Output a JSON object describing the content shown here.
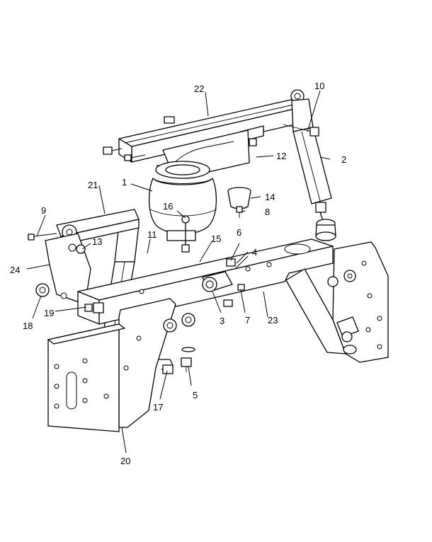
{
  "diagram": {
    "subject": "rear suspension assembly exploded view",
    "callouts": [
      {
        "id": "c1",
        "label": "1"
      },
      {
        "id": "c2",
        "label": "2"
      },
      {
        "id": "c3",
        "label": "3"
      },
      {
        "id": "c4",
        "label": "4"
      },
      {
        "id": "c5",
        "label": "5"
      },
      {
        "id": "c6",
        "label": "6"
      },
      {
        "id": "c7",
        "label": "7"
      },
      {
        "id": "c8",
        "label": "8"
      },
      {
        "id": "c9",
        "label": "9"
      },
      {
        "id": "c10",
        "label": "10"
      },
      {
        "id": "c11",
        "label": "11"
      },
      {
        "id": "c12",
        "label": "12"
      },
      {
        "id": "c13",
        "label": "13"
      },
      {
        "id": "c14",
        "label": "14"
      },
      {
        "id": "c15",
        "label": "15"
      },
      {
        "id": "c16",
        "label": "16"
      },
      {
        "id": "c17",
        "label": "17"
      },
      {
        "id": "c18",
        "label": "18"
      },
      {
        "id": "c19",
        "label": "19"
      },
      {
        "id": "c20",
        "label": "20"
      },
      {
        "id": "c21",
        "label": "21"
      },
      {
        "id": "c22",
        "label": "22"
      },
      {
        "id": "c23",
        "label": "23"
      },
      {
        "id": "c24",
        "label": "24"
      }
    ]
  }
}
